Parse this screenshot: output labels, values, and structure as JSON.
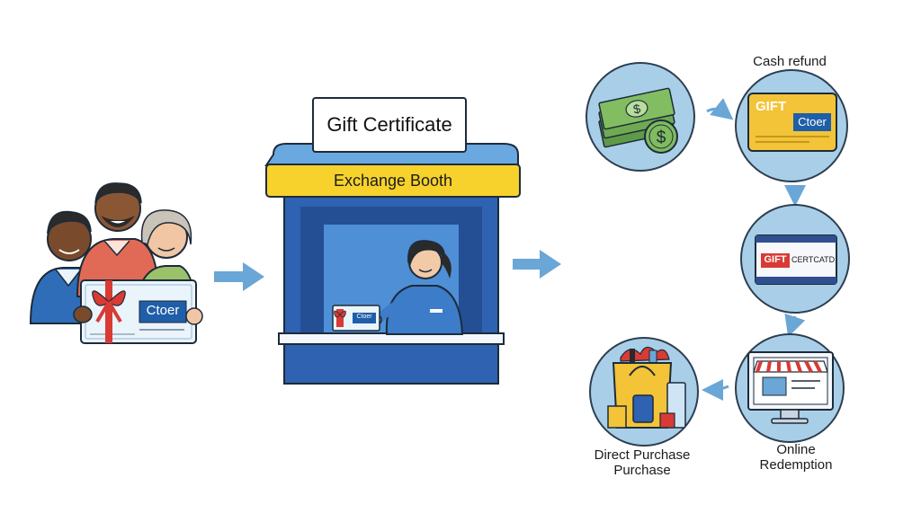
{
  "diagram": {
    "title": "Gift Certificate",
    "booth_sign": "Exchange Booth",
    "family_card_brand": "Ctoer",
    "booth_card_brand": "Ctoer",
    "options": {
      "cash_refund": {
        "label": "Cash refund",
        "card_word": "GIFT",
        "card_brand": "Ctoer"
      },
      "gift_certificate": {
        "card_word": "GIFT",
        "card_text": "CERTCATD"
      },
      "online_redemption": {
        "label": "Online\nRedemption"
      },
      "direct_purchase": {
        "label": "Direct Purchase\nPurchase"
      }
    }
  },
  "colors": {
    "circle_fill": "#a9cfe8",
    "circle_stroke": "#2d3e50",
    "arrow": "#6aa6d6",
    "booth_blue": "#2f62b0",
    "booth_inner": "#4f8fd6",
    "booth_banner": "#f7d22c",
    "gift_card_gold": "#f3c338",
    "brand_blue": "#1f5ea8",
    "ribbon_red": "#d83a34",
    "money_green": "#79b65c"
  },
  "icons": [
    "family-group-icon",
    "gift-card-icon",
    "booth-icon",
    "clerk-icon",
    "cash-stack-icon",
    "dollar-coin-icon",
    "gold-gift-card-icon",
    "certificate-card-icon",
    "online-store-monitor-icon",
    "shopping-bag-icon"
  ]
}
